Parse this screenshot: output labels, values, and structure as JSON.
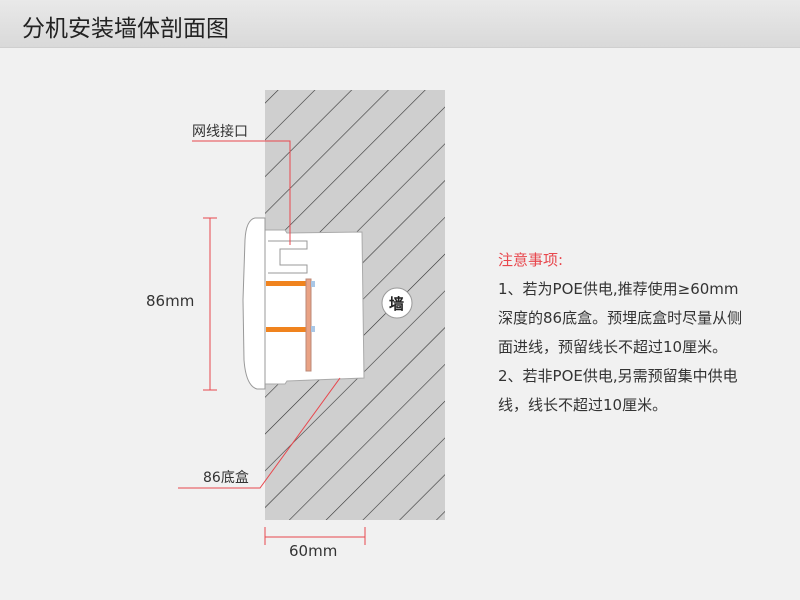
{
  "header": {
    "title": "分机安装墙体剖面图"
  },
  "diagram": {
    "labels": {
      "cable_port": "网线接口",
      "height": "86mm",
      "box": "86底盒",
      "depth": "60mm",
      "wall": "墙"
    },
    "colors": {
      "wall": "#cfcfcf",
      "dimension_line": "#e8474d",
      "bracket": "#f0831e",
      "plate": "#e9a284"
    }
  },
  "notes": {
    "title": "注意事项:",
    "lines": [
      "1、若为POE供电,推荐使用≥60mm",
      "深度的86底盒。预埋底盒时尽量从侧",
      "面进线，预留线长不超过10厘米。",
      "2、若非POE供电,另需预留集中供电",
      "线，线长不超过10厘米。"
    ]
  }
}
